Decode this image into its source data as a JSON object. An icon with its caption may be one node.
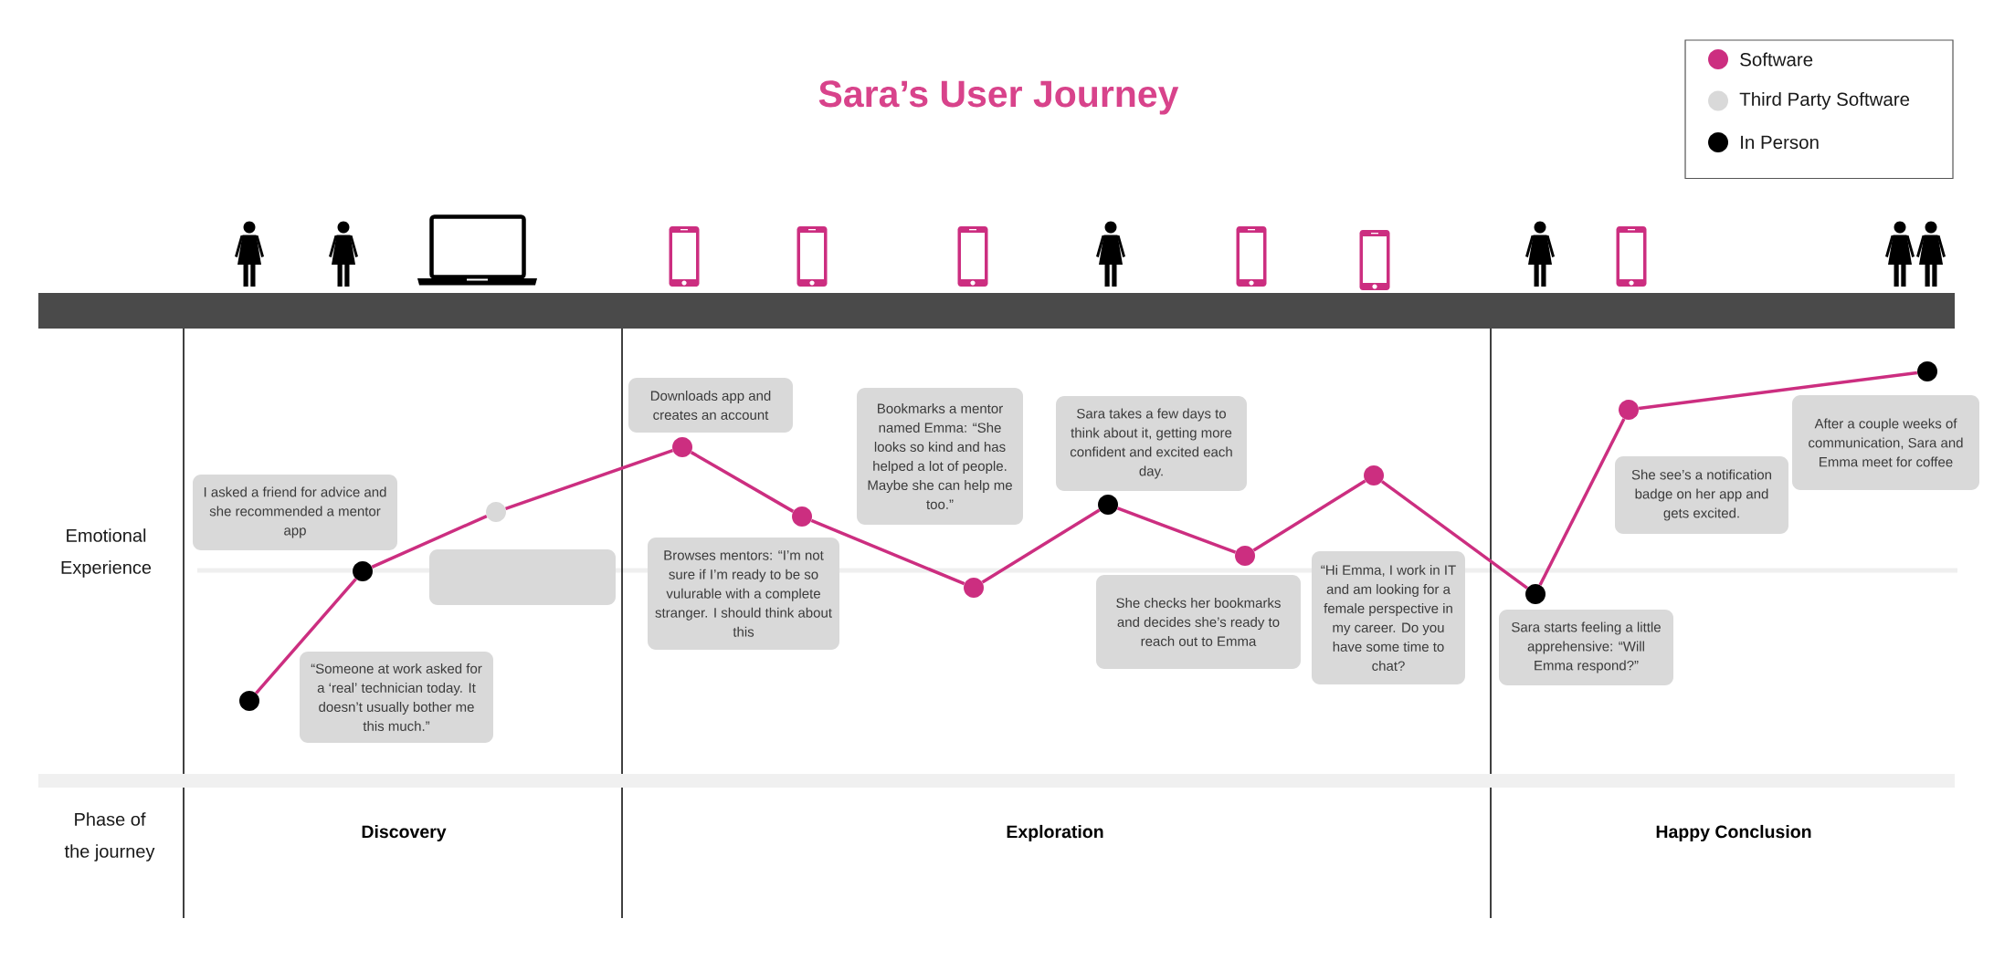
{
  "diagram": {
    "title": "Sara’s User Journey",
    "nodes": [
      {
        "text": [
          "“Someone at work asked for a ‘real’ technician today. It doesn’t usually bother me this much.”"
        ]
      },
      {
        "text": [],
        "shape": "circle"
      },
      {
        "text": [
          "I asked a friend for advice and she recommended a mentor app"
        ]
      },
      {
        "text": [],
        "shape": "circle"
      },
      {
        "text": [],
        "shape": "box"
      },
      {
        "text": [],
        "shape": "circle"
      },
      {
        "text": [
          "Downloads app and creates an account"
        ]
      },
      {
        "text": [],
        "shape": "circle"
      },
      {
        "text": [
          "Browses mentors: “I’m not sure if I’m ready to be so vulurable with a complete stranger. I should think about this"
        ]
      },
      {
        "text": [],
        "shape": "circle"
      },
      {
        "text": [
          "Bookmarks a mentor named Emma: “She looks so kind and has helped a lot of people. Maybe she can help me too.”"
        ]
      },
      {
        "text": [],
        "shape": "circle"
      },
      {
        "text": [
          "Sara takes a few days to think about it, getting more confident and excited each day."
        ]
      },
      {
        "text": [],
        "shape": "circle"
      },
      {
        "text": [
          "She checks her bookmarks and decides she’s ready to reach out to Emma"
        ]
      },
      {
        "text": [],
        "shape": "circle"
      },
      {
        "text": [
          "“Hi Emma, I work in IT and am looking for a female perspective in my career. Do you have some time to chat?"
        ]
      },
      {
        "text": [],
        "shape": "circle"
      },
      {
        "text": [
          "Sara starts feeling a little apprehensive: “Will Emma respond?”"
        ]
      },
      {
        "text": [],
        "shape": "circle"
      },
      {
        "text": [
          "She see’s a notification badge on her app and gets excited."
        ]
      },
      {
        "text": [],
        "shape": "circle"
      },
      {
        "text": [
          "After a couple weeks of communication, Sara and Emma meet for coffee"
        ]
      },
      {
        "text": [],
        "shape": "circle"
      }
    ],
    "edges": [
      {
        "from": 1,
        "to": 3,
        "arrow": "none"
      },
      {
        "from": 3,
        "to": 5,
        "arrow": "none"
      },
      {
        "from": 5,
        "to": 7,
        "arrow": "none"
      },
      {
        "from": 7,
        "to": 9,
        "arrow": "none"
      },
      {
        "from": 9,
        "to": 11,
        "arrow": "none"
      },
      {
        "from": 11,
        "to": 13,
        "arrow": "none"
      },
      {
        "from": 13,
        "to": 15,
        "arrow": "none"
      },
      {
        "from": 15,
        "to": 17,
        "arrow": "none"
      },
      {
        "from": 17,
        "to": 19,
        "arrow": "none"
      },
      {
        "from": 19,
        "to": 21,
        "arrow": "none"
      },
      {
        "from": 21,
        "to": 23,
        "arrow": "none"
      }
    ],
    "labels": [
      "Emotional Experience",
      "Phase of the journey",
      "Discovery",
      "Exploration",
      "Happy Conclusion"
    ],
    "legend": [
      {
        "text": "Software",
        "color": "#cc2e80"
      },
      {
        "text": "Third Party Software",
        "color": "#d9d9d9"
      },
      {
        "text": "In Person",
        "color": "#000000"
      }
    ]
  }
}
